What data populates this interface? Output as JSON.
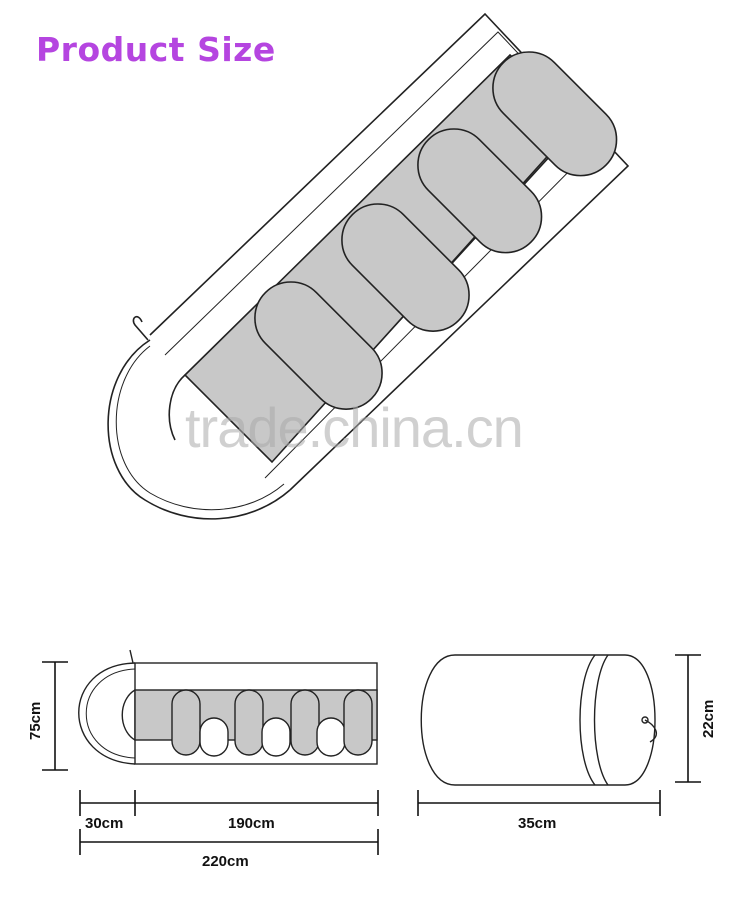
{
  "title": "Product Size",
  "watermark": "trade.china.cn",
  "colors": {
    "title": "#b545e0",
    "stroke": "#222222",
    "fill": "#c8c8c8"
  },
  "dimensions": {
    "height_left": "75cm",
    "head": "30cm",
    "body": "190cm",
    "total": "220cm",
    "bag_height": "22cm",
    "bag_length": "35cm"
  }
}
